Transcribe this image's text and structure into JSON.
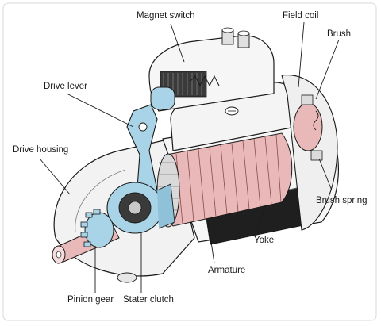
{
  "labels": {
    "magnet_switch": "Magnet switch",
    "field_coil": "Field coil",
    "brush": "Brush",
    "drive_lever": "Drive lever",
    "drive_housing": "Drive housing",
    "brush_spring": "Brush spring",
    "yoke": "Yoke",
    "armature": "Armature",
    "pinion_gear": "Pinion gear",
    "stater_clutch": "Stater clutch"
  },
  "colors": {
    "background": "#ffffff",
    "outline": "#1a1a1a",
    "pink_coil": "#e8b4b4",
    "blue_parts": "#a9d3e6",
    "housing": "#f4f4f4",
    "dark_body": "#2a2a2a"
  }
}
